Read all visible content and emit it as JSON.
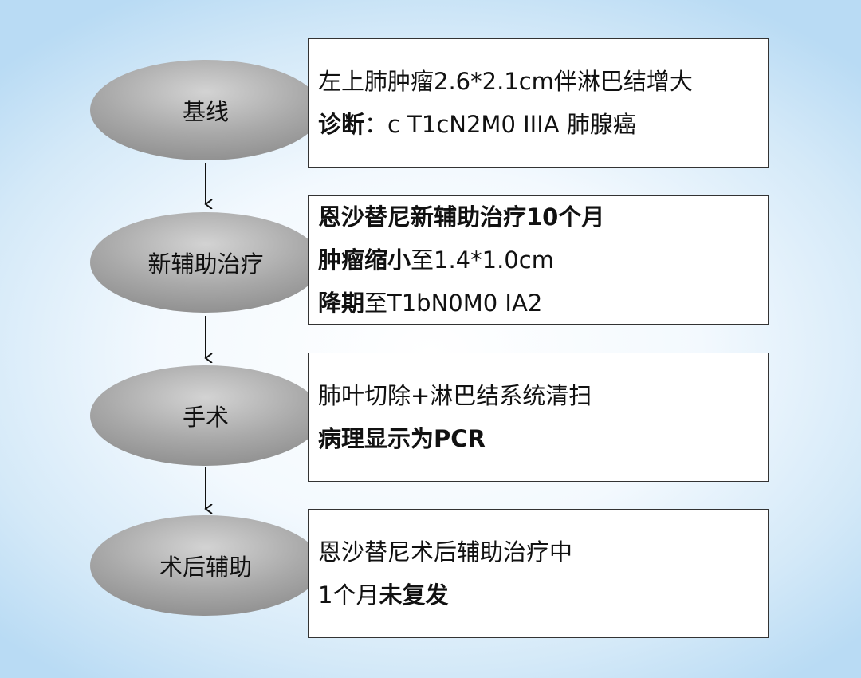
{
  "stages": [
    {
      "label": "基线",
      "lines": [
        [
          {
            "text": "左上肺肿瘤2.6*2.1cm伴淋巴结增大",
            "bold": false
          }
        ],
        [
          {
            "text": "诊断",
            "bold": true
          },
          {
            "text": "：c T1cN2M0  IIIA 肺腺癌",
            "bold": false
          }
        ]
      ]
    },
    {
      "label": "新辅助治疗",
      "lines": [
        [
          {
            "text": "恩沙替尼新辅助治疗10个月",
            "bold": true
          }
        ],
        [
          {
            "text": "肿瘤缩小",
            "bold": true
          },
          {
            "text": "至1.4*1.0cm",
            "bold": false
          }
        ],
        [
          {
            "text": "降期",
            "bold": true
          },
          {
            "text": "至T1bN0M0 IA2",
            "bold": false
          }
        ]
      ]
    },
    {
      "label": "手术",
      "lines": [
        [
          {
            "text": "肺叶切除+淋巴结系统清扫",
            "bold": false
          }
        ],
        [
          {
            "text": "病理显示为PCR",
            "bold": true
          }
        ]
      ]
    },
    {
      "label": "术后辅助",
      "lines": [
        [
          {
            "text": "恩沙替尼术后辅助治疗中",
            "bold": false
          }
        ],
        [
          {
            "text": "1个月",
            "bold": false
          },
          {
            "text": "未复发",
            "bold": true
          }
        ]
      ]
    }
  ]
}
